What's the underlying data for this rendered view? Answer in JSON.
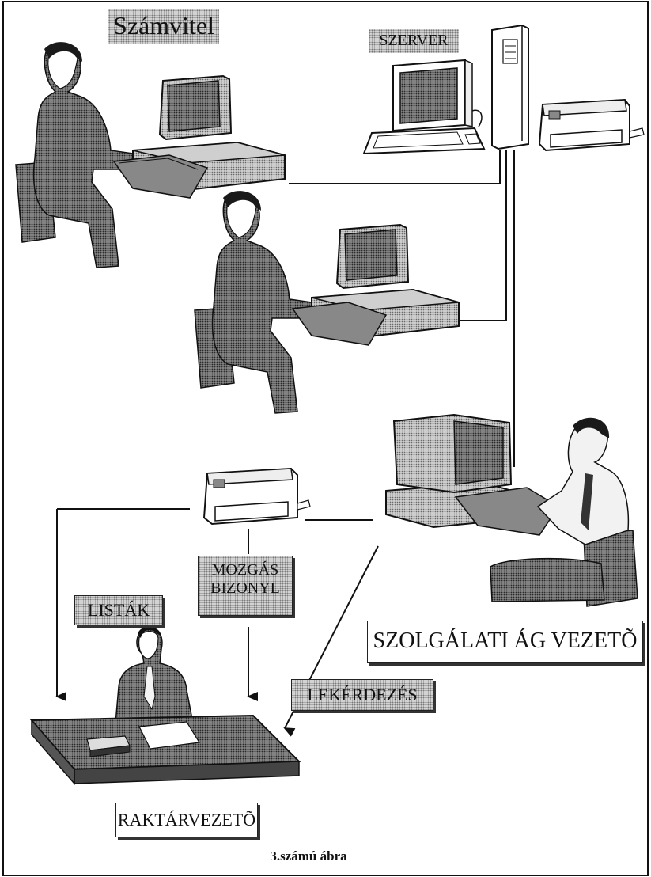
{
  "labels": {
    "szamvitel": "Számvitel",
    "szerver": "SZERVER",
    "mozgas_line1": "MOZGÁS",
    "mozgas_line2": "BIZONYL",
    "listak": "LISTÁK",
    "szolgalati": "SZOLGÁLATI ÁG VEZETÕ",
    "lekerdezes": "LEKÉRDEZÉS",
    "raktarvezeto": "RAKTÁRVEZETÕ"
  },
  "caption": "3.számú ábra"
}
